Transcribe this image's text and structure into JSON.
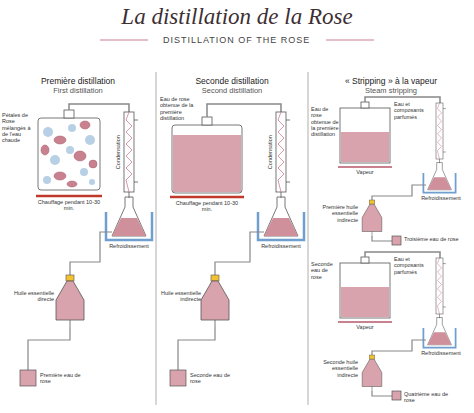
{
  "diagram": {
    "title": "La distillation de la Rose",
    "nodes": [
      {
        "text": [
          "Première distillation",
          "First distillation"
        ]
      },
      {
        "text": [
          "Seconde distillation",
          "Second distillation"
        ]
      },
      {
        "text": [
          "« Stripping » à la vapeur",
          "Steam stripping"
        ]
      }
    ],
    "labels": [
      "DISTILLATION OF THE ROSE",
      "Pétales de Rose mélangés à de l'eau chaude",
      "Chauffage pendant 10-30 min.",
      "Condensation",
      "Refroidissement",
      "Huile essentielle directe",
      "Première eau de rose",
      "Eau de rose obtenue de la première distillation",
      "Chauffage pendant 10-30 min.",
      "Condensation",
      "Refroidissement",
      "Huile essentielle indirecte",
      "Seconde eau de rose",
      "Eau de rose obtenue de la première distillation",
      "Eau et composants parfumés",
      "Vapeur",
      "Refroidissement",
      "Première huile essentielle indirecte",
      "Troisième eau de rose",
      "Seconde eau de rose",
      "Eau et composants parfumés",
      "Vapeur",
      "Refroidissement",
      "Seconde huile essentielle indirecte",
      "Quatrième eau de rose"
    ]
  }
}
